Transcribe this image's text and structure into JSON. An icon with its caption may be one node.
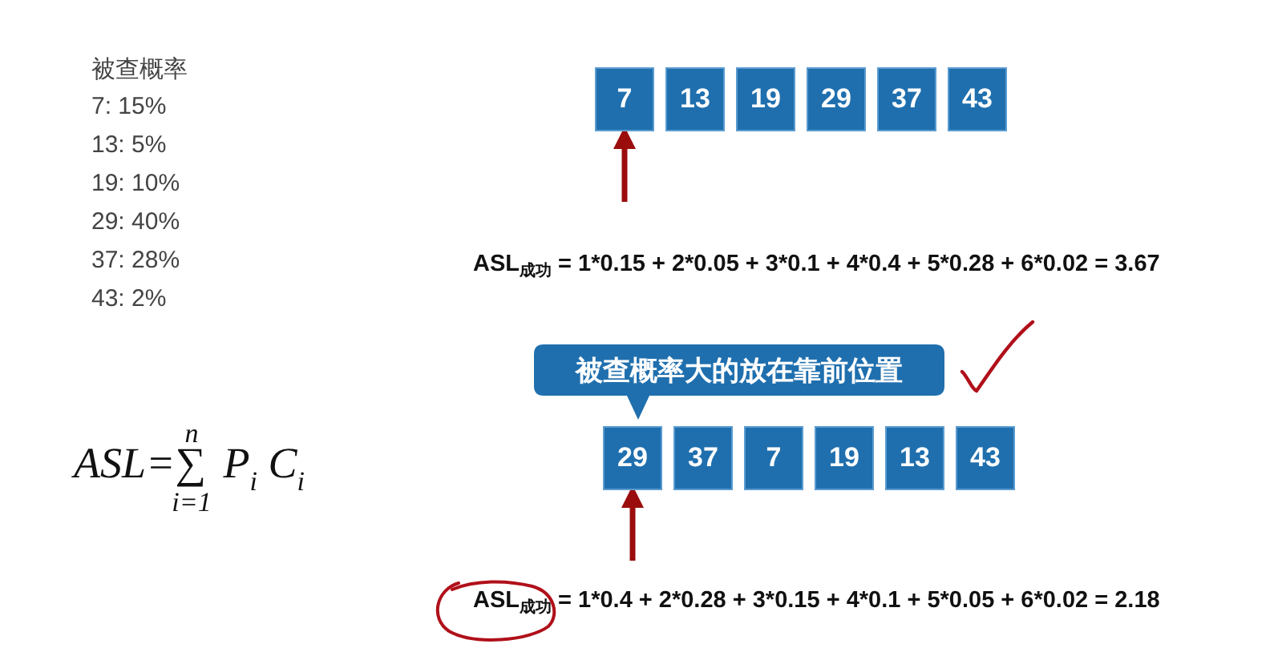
{
  "diagram": {
    "nodes": [
      {
        "text": [
          "7"
        ]
      },
      {
        "text": [
          "13"
        ]
      },
      {
        "text": [
          "19"
        ]
      },
      {
        "text": [
          "29"
        ]
      },
      {
        "text": [
          "37"
        ]
      },
      {
        "text": [
          "43"
        ]
      },
      {
        "text": [
          "29"
        ]
      },
      {
        "text": [
          "37"
        ]
      },
      {
        "text": [
          "7"
        ]
      },
      {
        "text": [
          "19"
        ]
      },
      {
        "text": [
          "13"
        ]
      },
      {
        "text": [
          "43"
        ]
      },
      {
        "text": [
          "被查概率大的放在靠前位置"
        ]
      }
    ],
    "edges": [
      {
        "from": null,
        "to": 0,
        "arrow": "to"
      },
      {
        "from": null,
        "to": 6,
        "arrow": "to"
      }
    ],
    "labels": [
      "被查概率",
      "7: 15%",
      "13: 5%",
      "19: 10%",
      "29: 40%",
      "37: 28%",
      "43: 2%",
      "ASL=∑$^{n}$$_{i=1}$ P$_{i}$ C$_{i}$",
      "ASL$_{成功}$ = 1*0.15 + 2*0.05 + 3*0.1 + 4*0.4 + 5*0.28 + 6*0.02 = 3.67",
      "ASL$_{成功}$ = 1*0.4 + 2*0.28 + 3*0.15 + 4*0.1 + 5*0.05 + 6*0.02 = 2.18"
    ]
  }
}
